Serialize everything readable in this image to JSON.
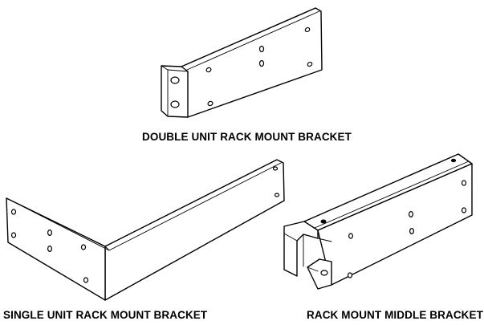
{
  "captions": {
    "double": "DOUBLE UNIT RACK MOUNT BRACKET",
    "single": "SINGLE UNIT RACK MOUNT BRACKET",
    "middle": "RACK MOUNT MIDDLE BRACKET"
  }
}
